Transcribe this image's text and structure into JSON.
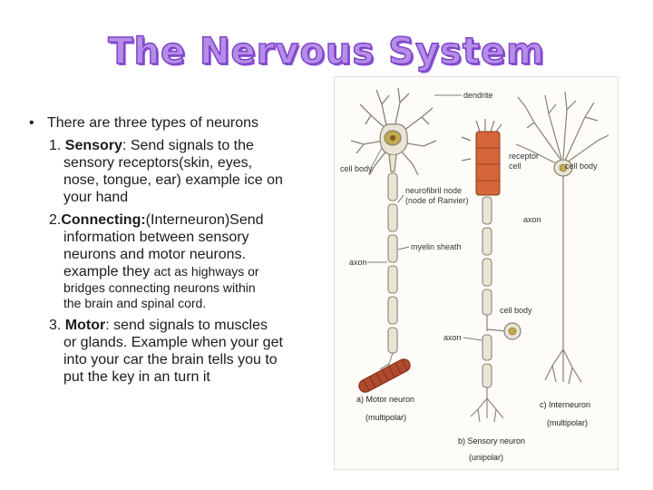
{
  "title": "The Nervous System",
  "bullet": "There are three types of neurons",
  "items": [
    {
      "num": "1.",
      "name": "Sensory",
      "text_lines": [
        "Send signals to the",
        "sensory   receptors(skin, eyes,",
        "nose, tongue, ear) example ice on",
        "your hand"
      ]
    },
    {
      "num": "2.",
      "name": "Connecting",
      "text_lines": [
        "(Interneuron)Send",
        "information between sensory",
        "neurons and motor neurons.",
        "example they"
      ],
      "small_lines": [
        "act as highways or",
        "bridges connecting neurons within",
        "the brain and spinal cord."
      ]
    },
    {
      "num": "3.",
      "name": "Motor",
      "text_lines": [
        "send signals to muscles",
        "or glands. Example when your get",
        "into your car the brain tells you to",
        "put the key in an turn it"
      ]
    }
  ],
  "figure": {
    "labels": {
      "dendrite": "dendrite",
      "cell_body_left": "cell body",
      "receptor_cell": [
        "receptor",
        "cell"
      ],
      "cell_body_right": "cell body",
      "neurofibril_node": [
        "neurofibril node",
        "(node of Ranvier)"
      ],
      "axon_right": "axon",
      "myelin_sheath": "myelin sheath",
      "axon_left": "axon",
      "cell_body_mid": "cell body",
      "axon_mid": "axon"
    },
    "captions": {
      "motor": [
        "a) Motor neuron",
        "(multipolar)"
      ],
      "sensory": [
        "b) Sensory neuron",
        "(unipolar)"
      ],
      "inter": [
        "c) Interneuron",
        "(multipolar)"
      ]
    }
  },
  "colors": {
    "title_fill": "#b58de8",
    "title_stroke": "#7b3fc7",
    "neuron_fill": "#e9e4d6",
    "neuron_line": "#8a8172",
    "receptor": "#d4663a",
    "muscle": "#b04a2c",
    "nucleus": "#c2a84f"
  }
}
